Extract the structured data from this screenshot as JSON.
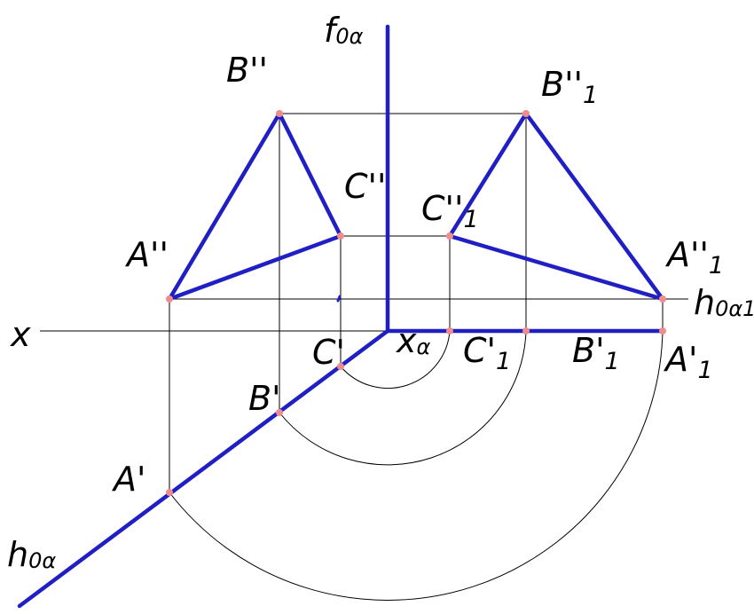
{
  "colors": {
    "main_line": "#1f1fc4",
    "construction_line": "#000000",
    "point_marker": "#f08c8c",
    "background": "#ffffff"
  },
  "labels": {
    "f0a": {
      "main": "f",
      "sub": "0α"
    },
    "h0a": {
      "main": "h",
      "sub": "0α"
    },
    "h0a1": {
      "main": "h",
      "sub": "0α1"
    },
    "x": {
      "main": "x"
    },
    "xa": {
      "main": "x",
      "sub": "α"
    },
    "B2": {
      "main": "B''"
    },
    "C2": {
      "main": "C''"
    },
    "A2": {
      "main": "A''"
    },
    "B2_1": {
      "main": "B''",
      "sub": "1"
    },
    "C2_1": {
      "main": "C''",
      "sub": "1"
    },
    "A2_1": {
      "main": "A''",
      "sub": "1"
    },
    "A1": {
      "main": "A'"
    },
    "B1": {
      "main": "B'"
    },
    "C1": {
      "main": "C'"
    },
    "A1_1": {
      "main": "A'",
      "sub": "1"
    },
    "B1_1": {
      "main": "B'",
      "sub": "1"
    },
    "C1_1": {
      "main": "C'",
      "sub": "1"
    }
  }
}
